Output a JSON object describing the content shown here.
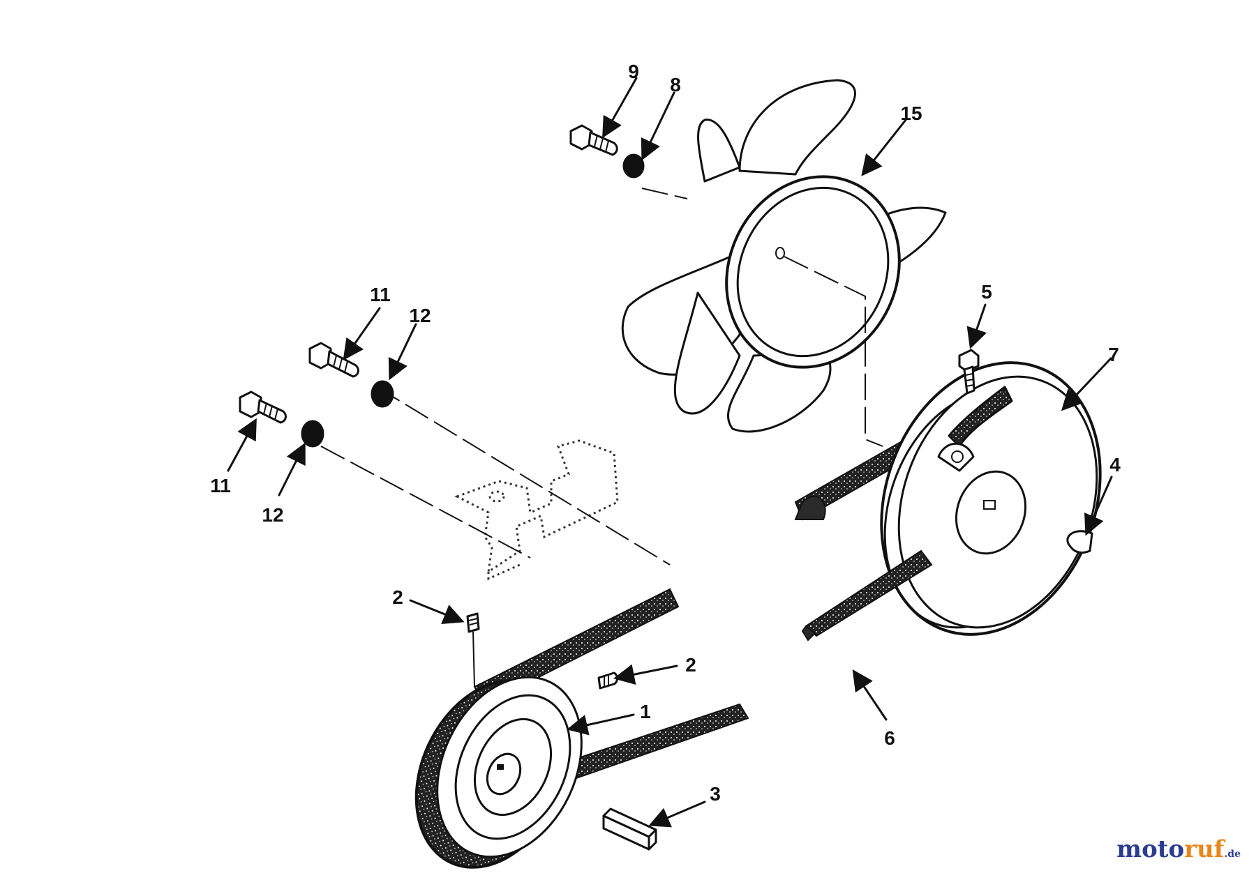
{
  "diagram": {
    "callouts": [
      {
        "id": "c9",
        "text": "9"
      },
      {
        "id": "c8",
        "text": "8"
      },
      {
        "id": "c15",
        "text": "15"
      },
      {
        "id": "c11a",
        "text": "11"
      },
      {
        "id": "c12a",
        "text": "12"
      },
      {
        "id": "c11b",
        "text": "11"
      },
      {
        "id": "c12b",
        "text": "12"
      },
      {
        "id": "c5",
        "text": "5"
      },
      {
        "id": "c7",
        "text": "7"
      },
      {
        "id": "c4",
        "text": "4"
      },
      {
        "id": "c2a",
        "text": "2"
      },
      {
        "id": "c2b",
        "text": "2"
      },
      {
        "id": "c1",
        "text": "1"
      },
      {
        "id": "c6",
        "text": "6"
      },
      {
        "id": "c3",
        "text": "3"
      }
    ]
  },
  "watermark": {
    "part1": "moto",
    "part2": "ruf",
    "part3": ".de"
  }
}
